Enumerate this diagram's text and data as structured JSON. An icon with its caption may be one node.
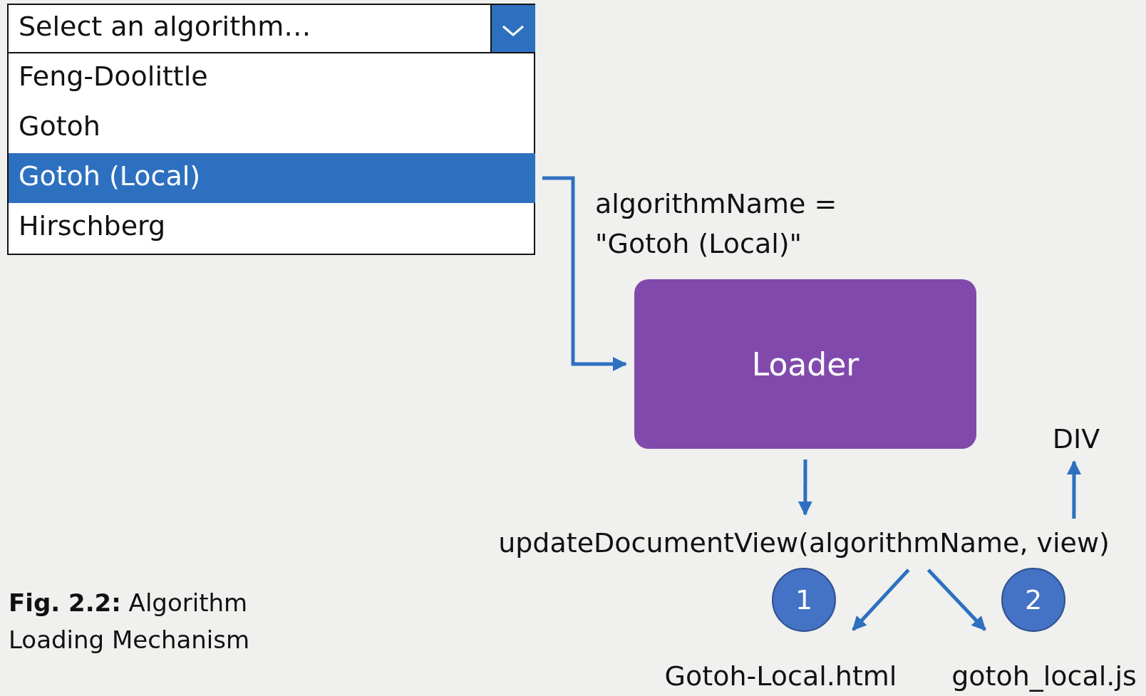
{
  "diagram": {
    "caption": "**Fig. 2.2:** Algorithm Loading Mechanism",
    "nodes": [
      {
        "text": [
          "Select an algorithm…"
        ]
      },
      {
        "text": [
          "Feng-Doolittle"
        ],
        "in": 0
      },
      {
        "text": [
          "Gotoh"
        ],
        "in": 0
      },
      {
        "text": [
          "Gotoh (Local)"
        ],
        "in": 0
      },
      {
        "text": [
          "Hirschberg"
        ],
        "in": 0
      },
      {
        "text": [
          "Loader"
        ]
      },
      {
        "text": [
          "updateDocumentView(algorithmName, view)"
        ]
      },
      {
        "text": [
          "DIV"
        ]
      },
      {
        "text": [
          "1"
        ]
      },
      {
        "text": [
          "2"
        ]
      },
      {
        "text": [
          "Gotoh-Local.html"
        ]
      },
      {
        "text": [
          "gotoh_local.js"
        ]
      }
    ],
    "edges": [
      {
        "from": 3,
        "to": 5,
        "arrow": "to",
        "label": "algorithmName = \"Gotoh (Local)\""
      },
      {
        "from": 5,
        "to": 6,
        "arrow": "to"
      },
      {
        "from": 6,
        "to": 7,
        "arrow": "to"
      },
      {
        "from": 6,
        "to": 10,
        "arrow": "to"
      },
      {
        "from": 6,
        "to": 11,
        "arrow": "to"
      }
    ]
  }
}
